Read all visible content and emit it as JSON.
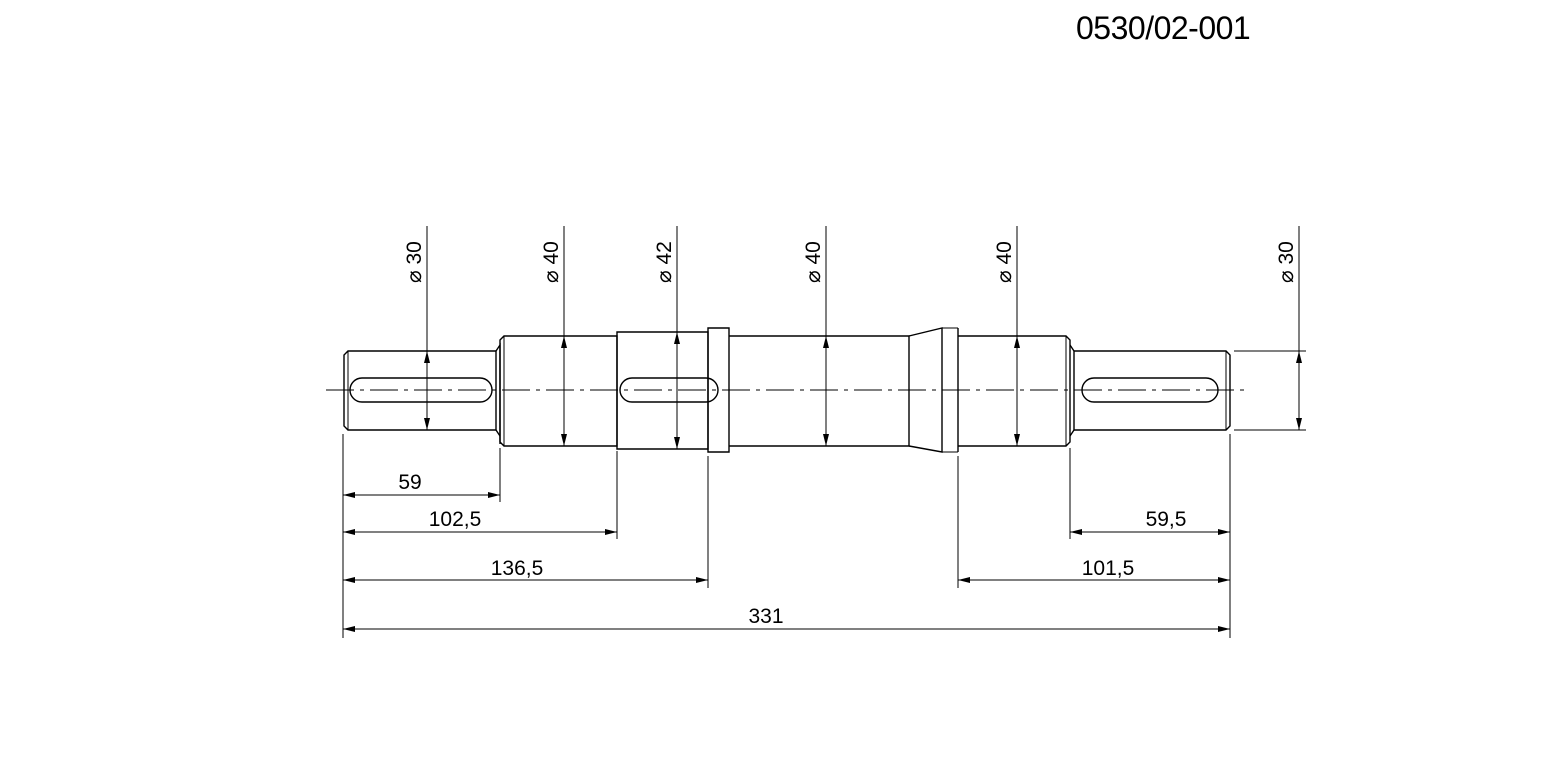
{
  "drawing_number": "0530/02-001",
  "diameters": [
    {
      "symbol": "⌀",
      "value": "30"
    },
    {
      "symbol": "⌀",
      "value": "40"
    },
    {
      "symbol": "⌀",
      "value": "42"
    },
    {
      "symbol": "⌀",
      "value": "40"
    },
    {
      "symbol": "⌀",
      "value": "40"
    },
    {
      "symbol": "⌀",
      "value": "30"
    }
  ],
  "lengths": [
    {
      "value": "59"
    },
    {
      "value": "102,5"
    },
    {
      "value": "136,5"
    },
    {
      "value": "331"
    },
    {
      "value": "59,5"
    },
    {
      "value": "101,5"
    }
  ]
}
